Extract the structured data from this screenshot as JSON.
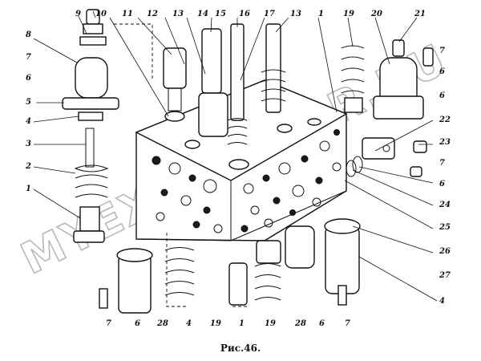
{
  "figure": {
    "caption": "Рис.46.",
    "watermark": "MYEXCAVATOR.RU"
  },
  "callouts": [
    {
      "id": "c9",
      "text": "9"
    },
    {
      "id": "c10",
      "text": "10"
    },
    {
      "id": "c11",
      "text": "11"
    },
    {
      "id": "c12",
      "text": "12"
    },
    {
      "id": "c13a",
      "text": "13"
    },
    {
      "id": "c14",
      "text": "14"
    },
    {
      "id": "c15",
      "text": "15"
    },
    {
      "id": "c16",
      "text": "16"
    },
    {
      "id": "c17",
      "text": "17"
    },
    {
      "id": "c13b",
      "text": "13"
    },
    {
      "id": "c1a",
      "text": "1"
    },
    {
      "id": "c19a",
      "text": "19"
    },
    {
      "id": "c20",
      "text": "20"
    },
    {
      "id": "c21",
      "text": "21"
    },
    {
      "id": "c8",
      "text": "8"
    },
    {
      "id": "c7a",
      "text": "7"
    },
    {
      "id": "c6a",
      "text": "6"
    },
    {
      "id": "c5",
      "text": "5"
    },
    {
      "id": "c4a",
      "text": "4"
    },
    {
      "id": "c3",
      "text": "3"
    },
    {
      "id": "c2",
      "text": "2"
    },
    {
      "id": "c1b",
      "text": "1"
    },
    {
      "id": "c7b",
      "text": "7"
    },
    {
      "id": "c6b",
      "text": "6"
    },
    {
      "id": "c6c",
      "text": "6"
    },
    {
      "id": "c22",
      "text": "22"
    },
    {
      "id": "c23",
      "text": "23"
    },
    {
      "id": "c7c",
      "text": "7"
    },
    {
      "id": "c6d",
      "text": "6"
    },
    {
      "id": "c24",
      "text": "24"
    },
    {
      "id": "c25",
      "text": "25"
    },
    {
      "id": "c26",
      "text": "26"
    },
    {
      "id": "c27",
      "text": "27"
    },
    {
      "id": "c4b",
      "text": "4"
    },
    {
      "id": "c7d",
      "text": "7"
    },
    {
      "id": "c6e",
      "text": "6"
    },
    {
      "id": "c28a",
      "text": "28"
    },
    {
      "id": "c4c",
      "text": "4"
    },
    {
      "id": "c19b",
      "text": "19"
    },
    {
      "id": "c1c",
      "text": "1"
    },
    {
      "id": "c19c",
      "text": "19"
    },
    {
      "id": "c28b",
      "text": "28"
    },
    {
      "id": "c6f",
      "text": "6"
    },
    {
      "id": "c7e",
      "text": "7"
    }
  ]
}
